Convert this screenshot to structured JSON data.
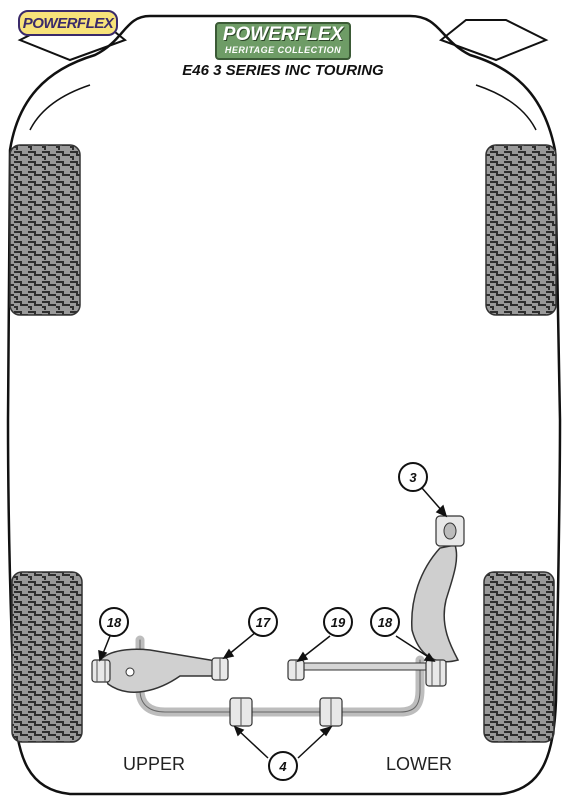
{
  "logo": {
    "text": "POWERFLEX"
  },
  "badge": {
    "brand": "POWERFLEX",
    "sub": "HERITAGE COLLECTION"
  },
  "title": "E46 3 SERIES INC TOURING",
  "labels": {
    "upper": "UPPER",
    "lower": "LOWER"
  },
  "callouts": [
    {
      "id": "3",
      "part": "control-arm-bush"
    },
    {
      "id": "17",
      "part": "upper-arm-inner-bush"
    },
    {
      "id": "18",
      "part": "arm-outer-bush-left"
    },
    {
      "id": "19",
      "part": "toe-arm-bush"
    },
    {
      "id": "18",
      "part": "arm-outer-bush-right"
    },
    {
      "id": "4",
      "part": "anti-roll-bar-bush"
    }
  ],
  "colors": {
    "tyre": "#8a8a8a",
    "tyre_tread": "#3a3a3a",
    "part": "#c8c8c8",
    "bush": "#e8e8e8",
    "badge": "#6e9c66",
    "logo_bg": "#f7e27a"
  }
}
